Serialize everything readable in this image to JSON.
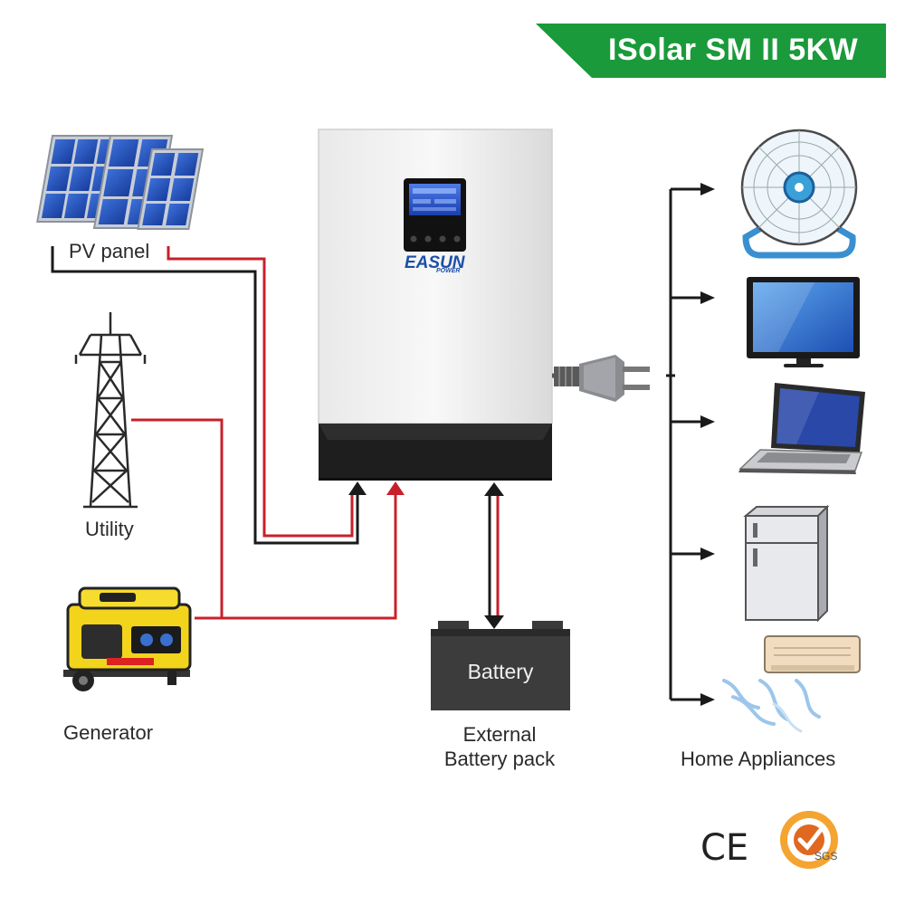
{
  "title": "ISolar SM II 5KW",
  "inverter": {
    "brand_main": "EASUN",
    "brand_sub": "POWER"
  },
  "labels": {
    "pv": "PV panel",
    "utility": "Utility",
    "generator": "Generator",
    "battery": "Battery",
    "battery_pack_line1": "External",
    "battery_pack_line2": "Battery pack",
    "home": "Home Appliances"
  },
  "cert": {
    "ce": "CE",
    "sgs": "SGS"
  },
  "colors": {
    "banner": "#1a9a3a",
    "wire_red": "#c8202a",
    "wire_black": "#1a1a1a",
    "inverter_base": "#1e1e1e"
  },
  "icons": [
    "solar-panel-icon",
    "power-tower-icon",
    "generator-icon",
    "battery-icon",
    "plug-icon",
    "fan-icon",
    "tv-icon",
    "laptop-icon",
    "fridge-icon",
    "air-conditioner-icon",
    "ce-mark-icon",
    "sgs-seal-icon"
  ]
}
